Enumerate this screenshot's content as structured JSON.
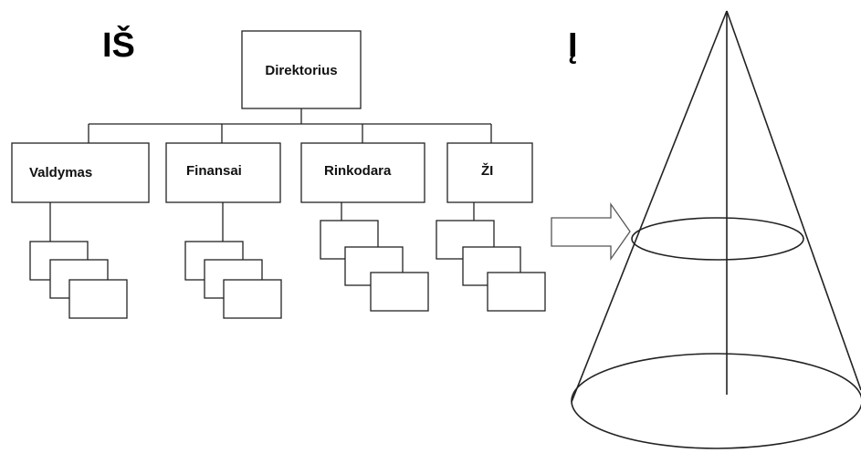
{
  "labels": {
    "from": "IŠ",
    "to": "Į"
  },
  "org_chart": {
    "root": "Direktorius",
    "departments": [
      "Valdymas",
      "Finansai",
      "Rinkodara",
      "ŽI"
    ]
  }
}
